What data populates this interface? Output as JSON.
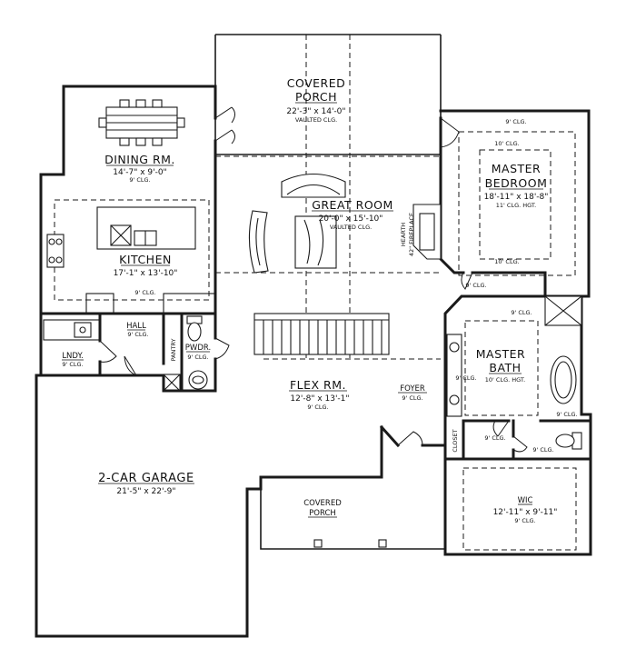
{
  "rooms": [
    {
      "id": "covered-porch-rear",
      "name_lines": [
        "COVERED",
        "PORCH"
      ],
      "dims": "22'-3\" x 14'-0\"",
      "clg": "VAULTED CLG."
    },
    {
      "id": "dining",
      "name_lines": [
        "DINING RM."
      ],
      "dims": "14'-7\" x 9'-0\"",
      "clg": "9' CLG."
    },
    {
      "id": "kitchen",
      "name_lines": [
        "KITCHEN"
      ],
      "dims": "17'-1\" x 13'-10\"",
      "clg": ""
    },
    {
      "id": "great-room",
      "name_lines": [
        "GREAT ROOM"
      ],
      "dims": "20'-0\" x 15'-10\"",
      "clg": "VAULTED CLG."
    },
    {
      "id": "master-bedroom",
      "name_lines": [
        "MASTER",
        "BEDROOM"
      ],
      "dims": "18'-11\" x 18'-8\"",
      "clg": "11' CLG. HGT."
    },
    {
      "id": "master-bath",
      "name_lines": [
        "MASTER",
        "BATH"
      ],
      "dims": "",
      "clg": "10' CLG. HGT."
    },
    {
      "id": "hall",
      "name_lines": [
        "HALL"
      ],
      "dims": "",
      "clg": "9' CLG."
    },
    {
      "id": "laundry",
      "name_lines": [
        "LNDY."
      ],
      "dims": "",
      "clg": "9' CLG."
    },
    {
      "id": "powder",
      "name_lines": [
        "PWDR."
      ],
      "dims": "",
      "clg": "9' CLG."
    },
    {
      "id": "flex",
      "name_lines": [
        "FLEX RM."
      ],
      "dims": "12'-8\" x 13'-1\"",
      "clg": "9' CLG."
    },
    {
      "id": "foyer",
      "name_lines": [
        "FOYER"
      ],
      "dims": "",
      "clg": "9' CLG."
    },
    {
      "id": "garage",
      "name_lines": [
        "2-CAR GARAGE"
      ],
      "dims": "21'-5\" x 22'-9\"",
      "clg": ""
    },
    {
      "id": "covered-porch-front",
      "name_lines": [
        "COVERED",
        "PORCH"
      ],
      "dims": "",
      "clg": ""
    },
    {
      "id": "wic",
      "name_lines": [
        "WIC"
      ],
      "dims": "12'-11\" x 9'-11\"",
      "clg": "9' CLG."
    }
  ],
  "notes": {
    "pantry": "PANTRY",
    "closet": "CLOSET",
    "fireplace_1": "HEARTH",
    "fireplace_2": "42\" FIREPLACE",
    "kitchen_clg": "9' CLG.",
    "bed_clg_top": "9' CLG.",
    "bed_clg_inner_top": "10' CLG.",
    "bed_clg_inner_bottom": "10' CLG.",
    "bed_corner_clg": "9' CLG.",
    "bath_clg_upper": "9' CLG.",
    "bath_clg_left": "9' CLG.",
    "bath_clg_right": "9' CLG.",
    "wic_area_clg_1": "9' CLG.",
    "wic_area_clg_2": "9' CLG."
  }
}
